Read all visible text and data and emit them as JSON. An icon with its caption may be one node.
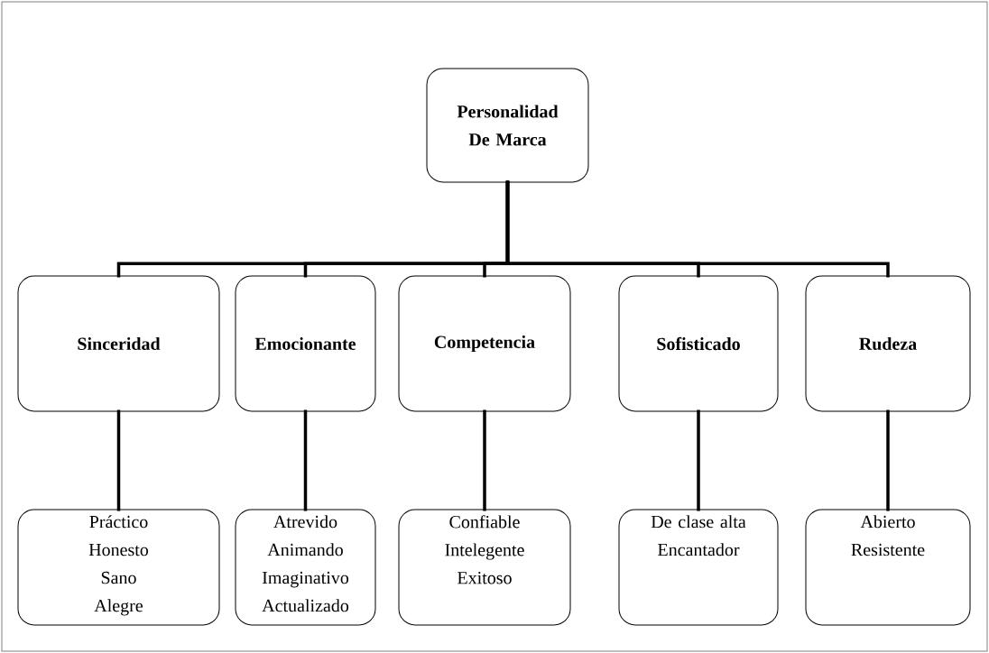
{
  "diagram": {
    "nodes": [
      {
        "text": [
          "Personalidad De Marca"
        ]
      },
      {
        "text": [
          "Sinceridad"
        ]
      },
      {
        "text": [
          "Emocionante"
        ]
      },
      {
        "text": [
          "Competencia"
        ]
      },
      {
        "text": [
          "Sofisticado"
        ]
      },
      {
        "text": [
          "Rudeza"
        ]
      },
      {
        "text": [
          "Práctico",
          "Honesto",
          "Sano",
          "Alegre"
        ]
      },
      {
        "text": [
          "Atrevido",
          "Animando",
          "Imaginativo",
          "Actualizado"
        ]
      },
      {
        "text": [
          "Confiable",
          "Intelegente",
          "Exitoso"
        ]
      },
      {
        "text": [
          "De clase alta",
          "Encantador"
        ]
      },
      {
        "text": [
          "Abierto",
          "Resistente"
        ]
      }
    ],
    "edges": [
      {
        "from": 0,
        "to": 1,
        "arrow": "none"
      },
      {
        "from": 0,
        "to": 2,
        "arrow": "none"
      },
      {
        "from": 0,
        "to": 3,
        "arrow": "none"
      },
      {
        "from": 0,
        "to": 4,
        "arrow": "none"
      },
      {
        "from": 0,
        "to": 5,
        "arrow": "none"
      },
      {
        "from": 1,
        "to": 6,
        "arrow": "none"
      },
      {
        "from": 2,
        "to": 7,
        "arrow": "none"
      },
      {
        "from": 3,
        "to": 8,
        "arrow": "none"
      },
      {
        "from": 4,
        "to": 9,
        "arrow": "none"
      },
      {
        "from": 5,
        "to": 10,
        "arrow": "none"
      }
    ]
  }
}
